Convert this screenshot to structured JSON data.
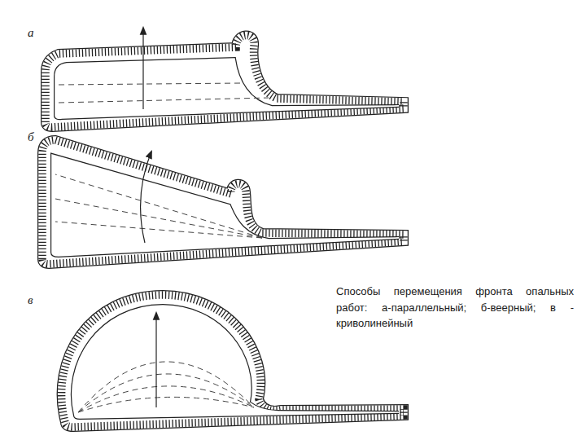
{
  "diagram": {
    "caption": "Способы перемещения фронта опальных работ: а-параллельный; б-веерный; в - криволинейный",
    "labels": [
      "а",
      "б",
      "в"
    ]
  }
}
